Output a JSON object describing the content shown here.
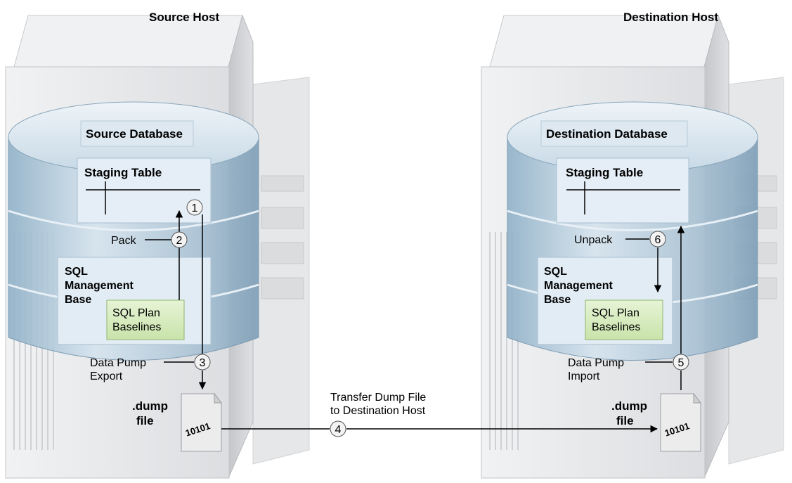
{
  "source": {
    "host_title": "Source Host",
    "database_title": "Source Database",
    "staging_table": "Staging Table",
    "smb_lines": [
      "SQL",
      "Management",
      "Base"
    ],
    "baselines_lines": [
      "SQL Plan",
      "Baselines"
    ],
    "step_pack": "Pack",
    "step_export_lines": [
      "Data Pump",
      "Export"
    ],
    "dump_lines": [
      ".dump",
      "file"
    ],
    "file_bits": "10101"
  },
  "destination": {
    "host_title": "Destination Host",
    "database_title": "Destination Database",
    "staging_table": "Staging Table",
    "smb_lines": [
      "SQL",
      "Management",
      "Base"
    ],
    "baselines_lines": [
      "SQL Plan",
      "Baselines"
    ],
    "step_unpack": "Unpack",
    "step_import_lines": [
      "Data Pump",
      "Import"
    ],
    "dump_lines": [
      ".dump",
      "file"
    ],
    "file_bits": "10101"
  },
  "transfer_lines": [
    "Transfer Dump File",
    "to Destination Host"
  ],
  "steps": [
    "1",
    "2",
    "3",
    "4",
    "5",
    "6"
  ],
  "colors": {
    "server_front": "#e7e8ea",
    "server_side": "#c9cbcf",
    "server_top": "#f3f4f5",
    "cylinder": "#a9c3d6",
    "cylinder_light": "#d8e6f0",
    "panel": "#e4edf5",
    "baselines_fill": "#d8eebf",
    "baselines_stroke": "#8fb46a"
  }
}
